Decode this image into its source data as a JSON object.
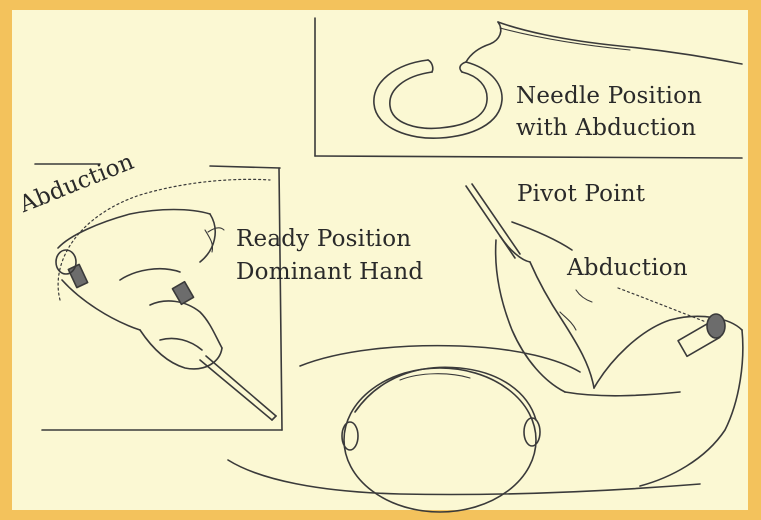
{
  "labels": {
    "needle_line1": "Needle Position",
    "needle_line2": "with Abduction",
    "pivot": "Pivot Point",
    "abduction_right": "Abduction",
    "ready_line1": "Ready Position",
    "ready_line2": "Dominant Hand",
    "abduction_left": "Abduction"
  },
  "colors": {
    "frame": "#f3c25c",
    "panel": "#fbf8d3",
    "outer": "#a9c2d6",
    "ink": "#3a3a3a"
  }
}
